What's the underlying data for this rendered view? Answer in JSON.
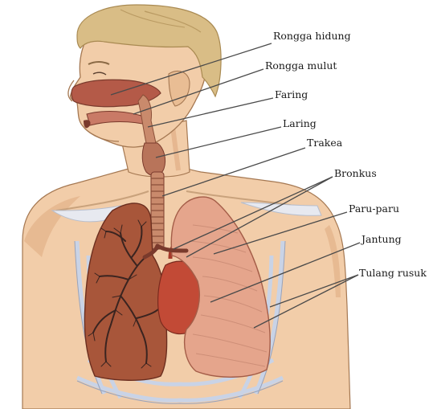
{
  "labels": {
    "rongga_hidung": "Rongga hidung",
    "rongga_mulut": "Rongga mulut",
    "faring": "Faring",
    "laring": "Laring",
    "trakea": "Trakea",
    "bronkus": "Bronkus",
    "paru_paru": "Paru-paru",
    "jantung": "Jantung",
    "tulang_rusuk": "Tulang rusuk"
  },
  "colors": {
    "skin": "#f2cda9",
    "skin_shadow": "#e2b289",
    "hair": "#d9bd86",
    "nasal_cavity": "#b45a48",
    "airway": "#c98a6c",
    "lung_left": "#a8563a",
    "bronchi": "#3a2420",
    "lung_right": "#e5a58c",
    "heart": "#c24a36",
    "rib": "#c9d3e6",
    "leader": "#4a4a4a"
  }
}
